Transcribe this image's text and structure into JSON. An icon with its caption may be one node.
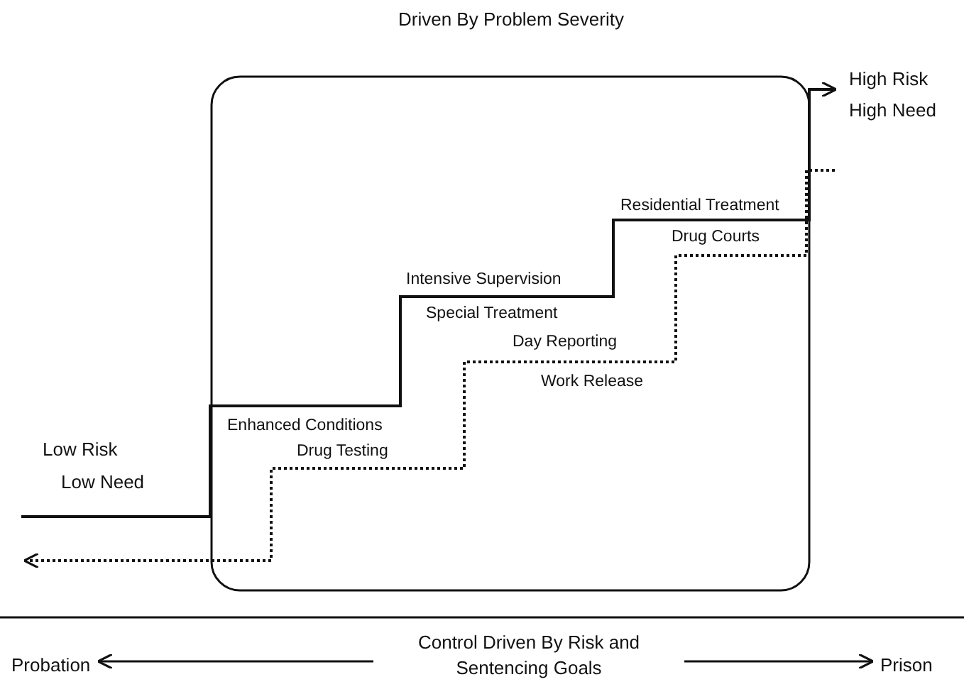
{
  "diagram": {
    "title": "Driven By Problem Severity",
    "nodes": [
      {
        "text": [],
        "shape": "box"
      },
      {
        "text": [
          "Control Driven By Risk and Sentencing Goals"
        ]
      },
      {
        "text": [
          "Probation"
        ]
      },
      {
        "text": [
          "Prison"
        ]
      }
    ],
    "edges": [
      {
        "from": 1,
        "to": 2,
        "arrow": "to"
      },
      {
        "from": 1,
        "to": 3,
        "arrow": "to"
      }
    ],
    "labels": [
      "High Risk",
      "High Need",
      "Residential Treatment",
      "Drug Courts",
      "Intensive Supervision",
      "Special Treatment",
      "Day Reporting",
      "Work Release",
      "Low Risk",
      "Enhanced Conditions",
      "Low Need",
      "Drug Testing"
    ]
  }
}
